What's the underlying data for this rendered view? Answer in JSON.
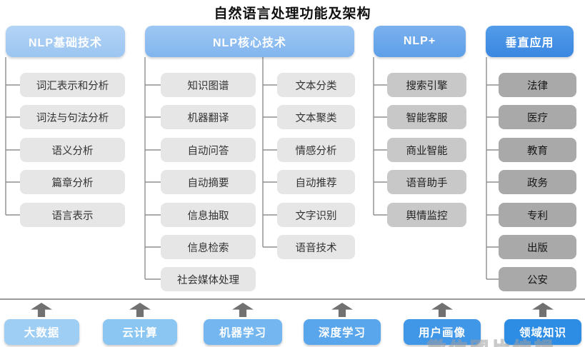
{
  "title": "自然语言处理功能及架构",
  "columns": [
    {
      "header": "NLP基础技术",
      "items": [
        "词汇表示和分析",
        "词法与句法分析",
        "语义分析",
        "篇章分析",
        "语言表示"
      ]
    },
    {
      "header": "NLP核心技术",
      "items_left": [
        "知识图谱",
        "机器翻译",
        "自动问答",
        "自动摘要",
        "信息抽取",
        "信息检索",
        "社会媒体处理"
      ],
      "items_right": [
        "文本分类",
        "文本聚类",
        "情感分析",
        "自动推荐",
        "文字识别",
        "语音技术"
      ]
    },
    {
      "header": "NLP+",
      "items": [
        "搜索引擎",
        "智能客服",
        "商业智能",
        "语音助手",
        "舆情监控"
      ]
    },
    {
      "header": "垂直应用",
      "items": [
        "法律",
        "医疗",
        "教育",
        "政务",
        "专利",
        "出版",
        "公安"
      ]
    }
  ],
  "foundation": {
    "items": [
      "大数据",
      "云计算",
      "机器学习",
      "深度学习",
      "用户画像",
      "领域知识"
    ]
  },
  "watermark": "微信图片编辑",
  "colors": {
    "header_basic": "#9cc5f1",
    "header_core": "#82b5ee",
    "header_plus": "#5d9fe8",
    "header_vertical": "#3a87e1",
    "item_light_gray": "#e6e6e6",
    "item_mid_gray": "#c8c8c8",
    "item_dark_gray": "#a9a9a9",
    "connector_gray": "#8f8f8f",
    "arrow_gray": "#717171"
  }
}
